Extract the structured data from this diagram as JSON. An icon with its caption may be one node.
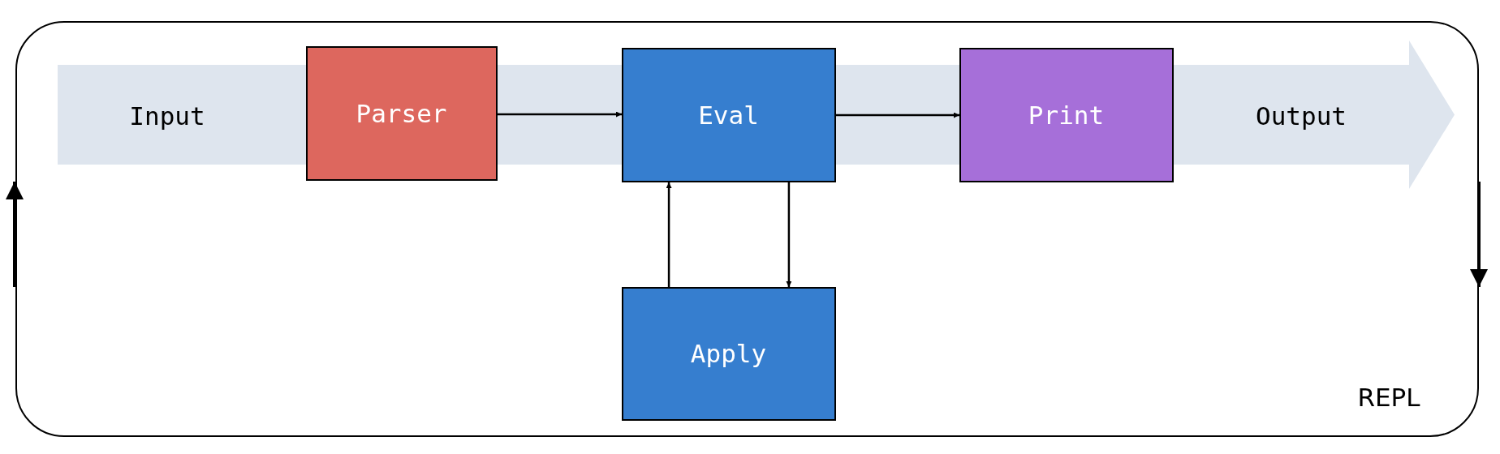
{
  "diagram": {
    "nodes": [
      {
        "text": [
          "REPL"
        ]
      },
      {
        "text": [
          "Parser"
        ],
        "in": 0
      },
      {
        "text": [
          "Eval"
        ],
        "in": 0
      },
      {
        "text": [
          "Print"
        ],
        "in": 0
      },
      {
        "text": [
          "Apply"
        ],
        "in": 0
      }
    ],
    "edges": [
      {
        "from": 1,
        "to": 2,
        "arrow": "to"
      },
      {
        "from": 2,
        "to": 3,
        "arrow": "to"
      },
      {
        "from": 2,
        "to": 4,
        "arrow": "to"
      },
      {
        "from": 4,
        "to": 2,
        "arrow": "to"
      }
    ],
    "labels": [
      "Input",
      "Output"
    ]
  }
}
